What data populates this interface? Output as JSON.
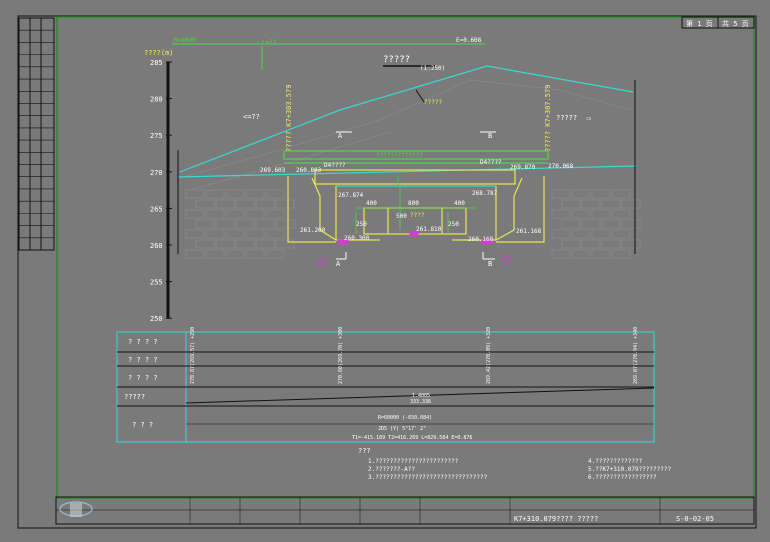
{
  "colors": {
    "background": "#7a7a7a",
    "frame": "#111111",
    "inner_frame": "#2d8a2d",
    "terrain": "#38d8d8",
    "structure": "#e8e84a",
    "dim": "#4ad84a",
    "marker": "#d040d0",
    "text_white": "#ffffff",
    "text_yellow": "#f2f24a",
    "dark_line": "#111111"
  },
  "sheet": {
    "page_current": "第 1 页",
    "page_total": "共 5 页",
    "drawing_number": "S-0-02-05",
    "bottom_title": "K7+310.079???? ?????"
  },
  "header_labels": {
    "scale_title": "?????",
    "scale_value": "(1:250)",
    "elev_unit": "????(m)",
    "slope_label": "?????",
    "left_direction": "<=??",
    "right_direction": "?????",
    "section_a": "A",
    "section_b": "B",
    "bottom_a": "A",
    "bottom_b": "B",
    "green_top_left": "R=6000",
    "green_top_mid": "L=??",
    "green_top_right": "E=0.608"
  },
  "stations": {
    "left": "????? K7+303.579",
    "right": "????? K7+307.579"
  },
  "elevation_ticks": [
    "285",
    "280",
    "275",
    "270",
    "265",
    "260",
    "255",
    "250"
  ],
  "structure_labels": {
    "span_total": "?????????????",
    "left_d": "D4????",
    "right_d": "D4????",
    "left_top": "269.603",
    "right_top": "270.068",
    "left_edge": "260.803",
    "right_edge": "269.870",
    "left_mid": "267.874",
    "right_mid": "268.787",
    "left_low": "261.200",
    "right_low": "261.168",
    "left_base": "260.300",
    "right_base": "260.168",
    "center_low": "261.810",
    "dim_400a": "400",
    "dim_800": "800",
    "dim_400b": "400",
    "dim_500": "500",
    "dim_250a": "250",
    "dim_250b": "250",
    "center_label": "????"
  },
  "table": {
    "rows": [
      {
        "label": "? ? ? ?",
        "values": [
          "270.87(269.57) +290",
          "270.60(269.70) +300",
          "269.42(270.09) +320",
          "269.07(270.94) +340"
        ]
      },
      {
        "label": "? ? ? ?",
        "values": []
      },
      {
        "label": "? ? ? ?",
        "values": []
      },
      {
        "label": "?????",
        "values": [
          "1.4005",
          "333.336"
        ]
      },
      {
        "label": "? ? ?",
        "values": [
          "R=60000 (-650.084)",
          "JD5 (Y)  5°17' 2\"",
          "T1=-415.189  T2=416.269  L=829.584  E=0.876"
        ]
      }
    ]
  },
  "notes": {
    "title": "???",
    "left": [
      "1.???????????????????????",
      "2.???????-A??",
      "3.???????????????????????????????"
    ],
    "right": [
      "4.?????????????",
      "5.??K7+310.079?????????",
      "6.?????????????????"
    ]
  },
  "left_strip": {
    "rows": 19
  }
}
